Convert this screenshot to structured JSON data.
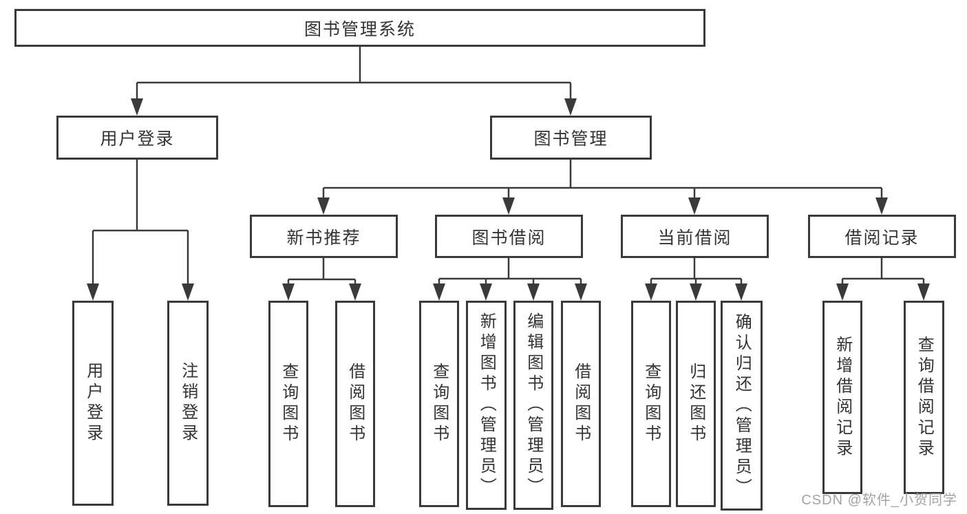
{
  "diagram": {
    "root": "图书管理系统",
    "branches": [
      {
        "label": "用户登录",
        "children": [
          "用户登录",
          "注销登录"
        ]
      },
      {
        "label": "图书管理",
        "groups": [
          {
            "label": "新书推荐",
            "children": [
              "查询图书",
              "借阅图书"
            ]
          },
          {
            "label": "图书借阅",
            "children": [
              "查询图书",
              "新增图书（管理员）",
              "编辑图书（管理员）",
              "借阅图书"
            ]
          },
          {
            "label": "当前借阅",
            "children": [
              "查询图书",
              "归还图书",
              "确认归还（管理员）"
            ]
          },
          {
            "label": "借阅记录",
            "children": [
              "新增借阅记录",
              "查询借阅记录"
            ]
          }
        ]
      }
    ]
  },
  "colors": {
    "line": "#3a3a3a",
    "text": "#333333",
    "watermark": "#a3a3a3",
    "background": "#ffffff"
  },
  "watermark": "CSDN @软件_小贺同学"
}
